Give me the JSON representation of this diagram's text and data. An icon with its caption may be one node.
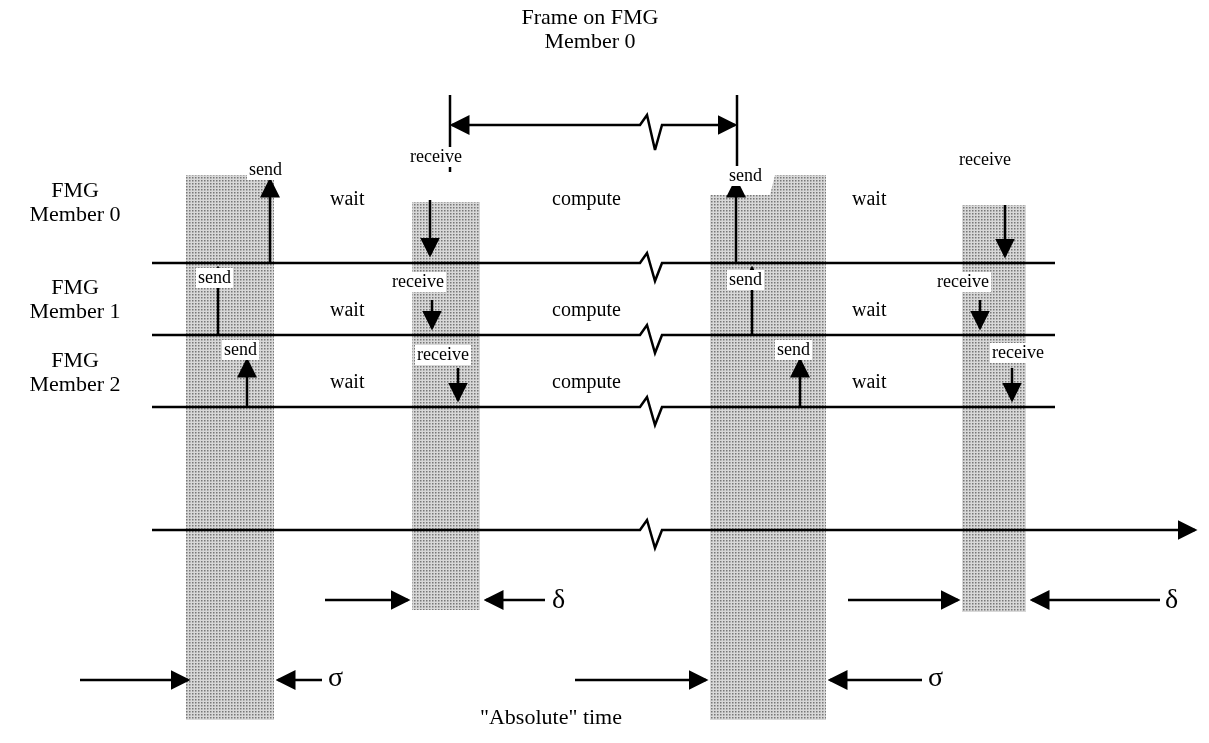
{
  "diagram": {
    "labels": [
      "Frame on FMG Member 0",
      "FMG Member 0",
      "send",
      "receive",
      "wait",
      "compute",
      "send",
      "wait",
      "receive",
      "FMG Member 1",
      "send",
      "receive",
      "wait",
      "compute",
      "send",
      "wait",
      "receive",
      "FMG Member 2",
      "send",
      "receive",
      "wait",
      "compute",
      "send",
      "wait",
      "receive",
      "δ",
      "δ",
      "σ",
      "σ",
      "\"Absolute\" time"
    ]
  }
}
